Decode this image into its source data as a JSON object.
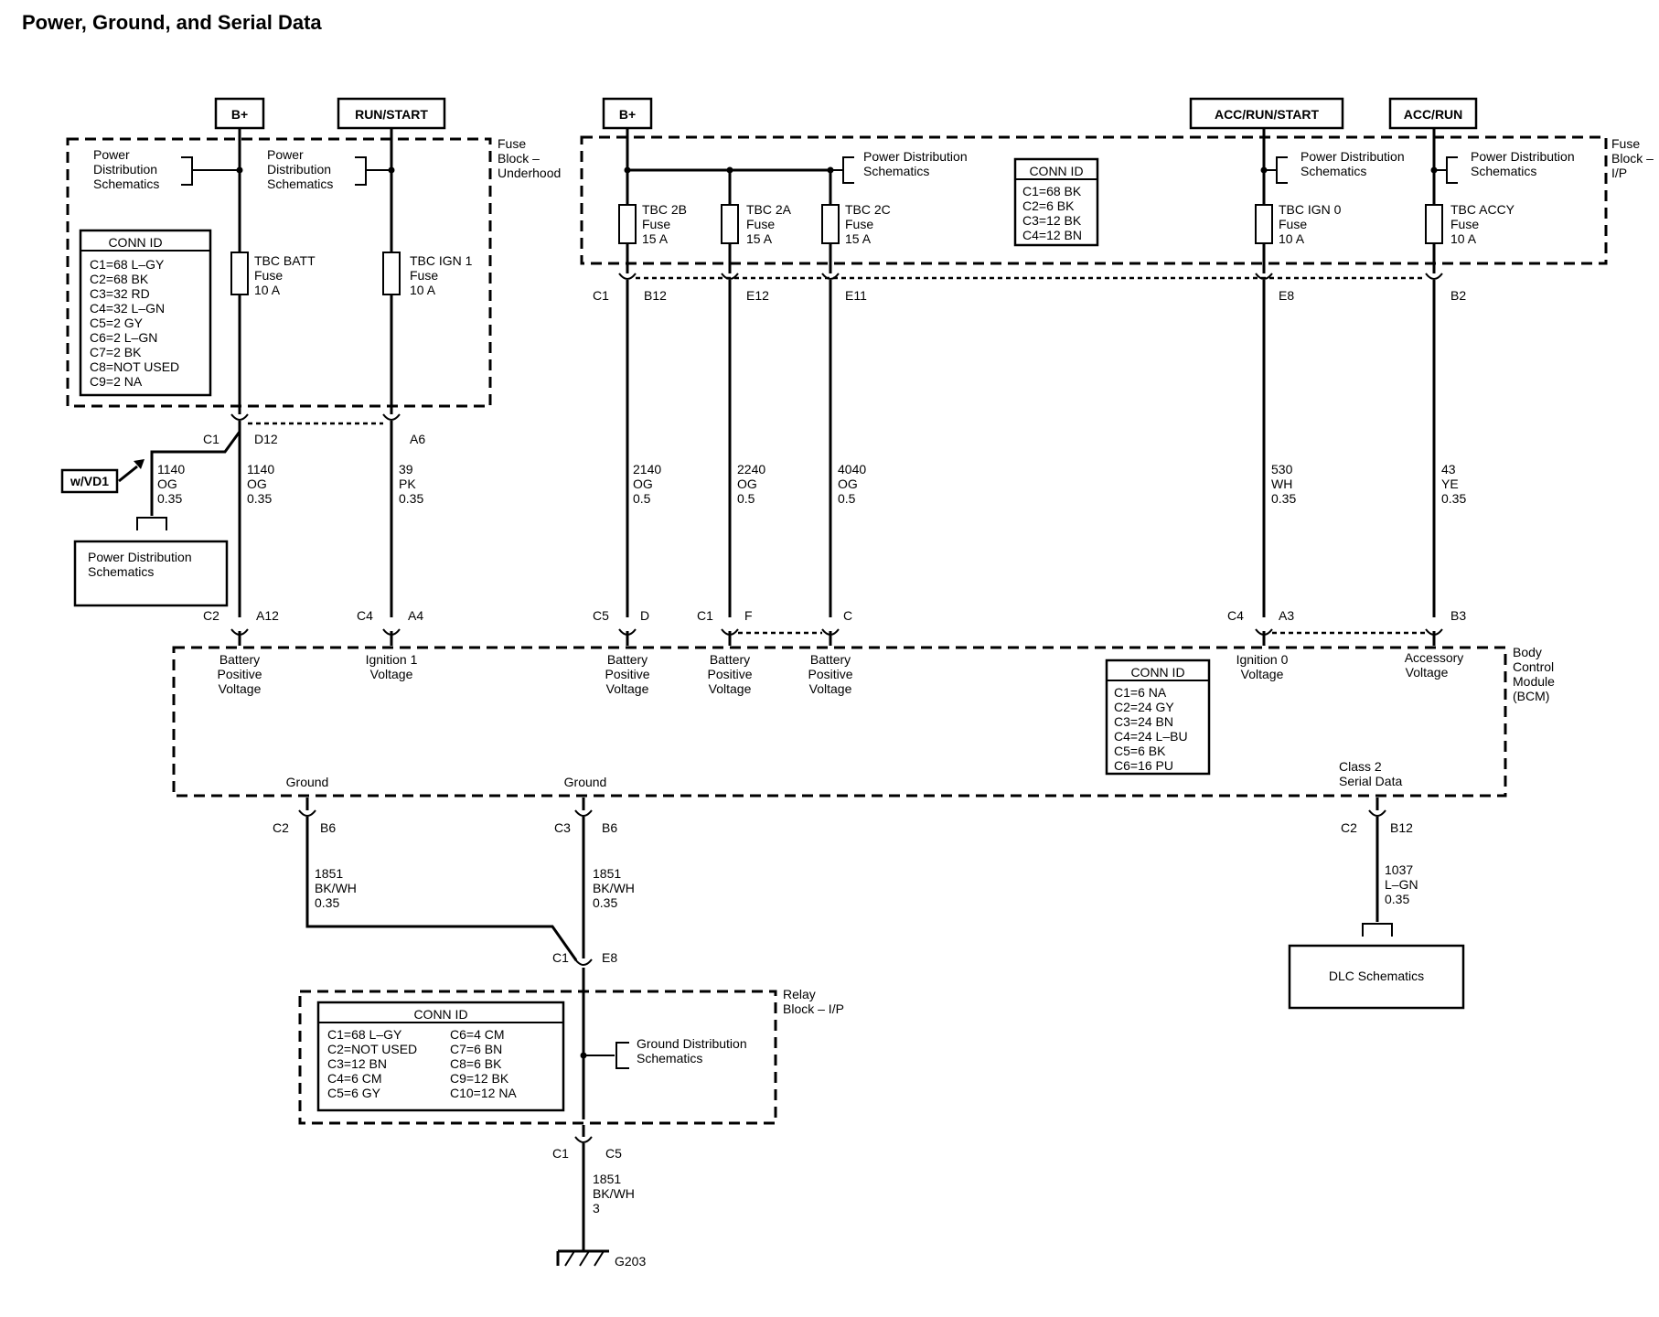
{
  "title": "Power, Ground, and Serial Data",
  "power_sources": {
    "b_plus_left": "B+",
    "run_start": "RUN/START",
    "b_plus_right": "B+",
    "acc_run_start": "ACC/RUN/START",
    "acc_run": "ACC/RUN"
  },
  "fuse_block_underhood": {
    "label": [
      "Fuse",
      "Block –",
      "Underhood"
    ],
    "pds_ref": [
      "Power",
      "Distribution",
      "Schematics"
    ],
    "conn_id": {
      "title": "CONN ID",
      "lines": [
        "C1=68 L–GY",
        "C2=68 BK",
        "C3=32 RD",
        "C4=32 L–GN",
        "C5=2 GY",
        "C6=2 L–GN",
        "C7=2 BK",
        "C8=NOT USED",
        "C9=2 NA"
      ]
    },
    "fuses": [
      {
        "name": "TBC BATT",
        "kind": "Fuse",
        "rating": "10 A"
      },
      {
        "name": "TBC IGN 1",
        "kind": "Fuse",
        "rating": "10 A"
      }
    ],
    "connectors": {
      "c1": "C1",
      "d12": "D12",
      "a6": "A6"
    }
  },
  "fuse_block_ip": {
    "label": [
      "Fuse",
      "Block –",
      "I/P"
    ],
    "pds_ref": [
      "Power Distribution",
      "Schematics"
    ],
    "conn_id": {
      "title": "CONN ID",
      "lines": [
        "C1=68 BK",
        "C2=6 BK",
        "C3=12 BK",
        "C4=12 BN"
      ]
    },
    "fuses": [
      {
        "name": "TBC 2B",
        "kind": "Fuse",
        "rating": "15 A"
      },
      {
        "name": "TBC 2A",
        "kind": "Fuse",
        "rating": "15 A"
      },
      {
        "name": "TBC 2C",
        "kind": "Fuse",
        "rating": "15 A"
      },
      {
        "name": "TBC IGN 0",
        "kind": "Fuse",
        "rating": "10 A"
      },
      {
        "name": "TBC ACCY",
        "kind": "Fuse",
        "rating": "10 A"
      }
    ],
    "connectors": {
      "c1": "C1",
      "b12": "B12",
      "e12": "E12",
      "e11": "E11",
      "e8": "E8",
      "b2": "B2"
    }
  },
  "option": {
    "tag": "w/VD1",
    "pds_ref": [
      "Power Distribution",
      "Schematics"
    ]
  },
  "wires": [
    {
      "circuit": "1140",
      "color": "OG",
      "size": "0.35"
    },
    {
      "circuit": "1140",
      "color": "OG",
      "size": "0.35"
    },
    {
      "circuit": "39",
      "color": "PK",
      "size": "0.35"
    },
    {
      "circuit": "2140",
      "color": "OG",
      "size": "0.5"
    },
    {
      "circuit": "2240",
      "color": "OG",
      "size": "0.5"
    },
    {
      "circuit": "4040",
      "color": "OG",
      "size": "0.5"
    },
    {
      "circuit": "530",
      "color": "WH",
      "size": "0.35"
    },
    {
      "circuit": "43",
      "color": "YE",
      "size": "0.35"
    }
  ],
  "bcm": {
    "label": [
      "Body",
      "Control",
      "Module",
      "(BCM)"
    ],
    "pins": [
      {
        "conn": "C2",
        "pin": "A12",
        "name": [
          "Battery",
          "Positive",
          "Voltage"
        ]
      },
      {
        "conn": "C4",
        "pin": "A4",
        "name": [
          "Ignition 1",
          "Voltage"
        ]
      },
      {
        "conn": "C5",
        "pin": "D",
        "name": [
          "Battery",
          "Positive",
          "Voltage"
        ]
      },
      {
        "conn": "C1",
        "pin": "F",
        "name": [
          "Battery",
          "Positive",
          "Voltage"
        ]
      },
      {
        "conn": "",
        "pin": "C",
        "name": [
          "Battery",
          "Positive",
          "Voltage"
        ]
      },
      {
        "conn": "C4",
        "pin": "A3",
        "name": [
          "Ignition 0",
          "Voltage"
        ]
      },
      {
        "conn": "",
        "pin": "B3",
        "name": [
          "Accessory",
          "Voltage"
        ]
      }
    ],
    "conn_id": {
      "title": "CONN ID",
      "lines": [
        "C1=6 NA",
        "C2=24 GY",
        "C3=24 BN",
        "C4=24 L–BU",
        "C5=6 BK",
        "C6=16 PU"
      ]
    },
    "ground_left": {
      "name": "Ground",
      "conn": "C2",
      "pin": "B6"
    },
    "ground_right": {
      "name": "Ground",
      "conn": "C3",
      "pin": "B6"
    },
    "serial": {
      "name": [
        "Class 2",
        "Serial Data"
      ],
      "conn": "C2",
      "pin": "B12"
    }
  },
  "ground_wires": [
    {
      "circuit": "1851",
      "color": "BK/WH",
      "size": "0.35"
    },
    {
      "circuit": "1851",
      "color": "BK/WH",
      "size": "0.35"
    }
  ],
  "serial_wire": {
    "circuit": "1037",
    "color": "L–GN",
    "size": "0.35"
  },
  "dlc": "DLC Schematics",
  "relay_block": {
    "label": [
      "Relay",
      "Block – I/P"
    ],
    "c1_top": "C1",
    "e8": "E8",
    "gds_ref": [
      "Ground Distribution",
      "Schematics"
    ],
    "conn_id": {
      "title": "CONN ID",
      "left": [
        "C1=68 L–GY",
        "C2=NOT USED",
        "C3=12 BN",
        "C4=6 CM",
        "C5=6 GY"
      ],
      "right": [
        "C6=4 CM",
        "C7=6 BN",
        "C8=6 BK",
        "C9=12 BK",
        "C10=12 NA"
      ]
    },
    "c1_bottom": "C1",
    "c5": "C5"
  },
  "final_wire": {
    "circuit": "1851",
    "color": "BK/WH",
    "size": "3"
  },
  "ground_point": "G203"
}
